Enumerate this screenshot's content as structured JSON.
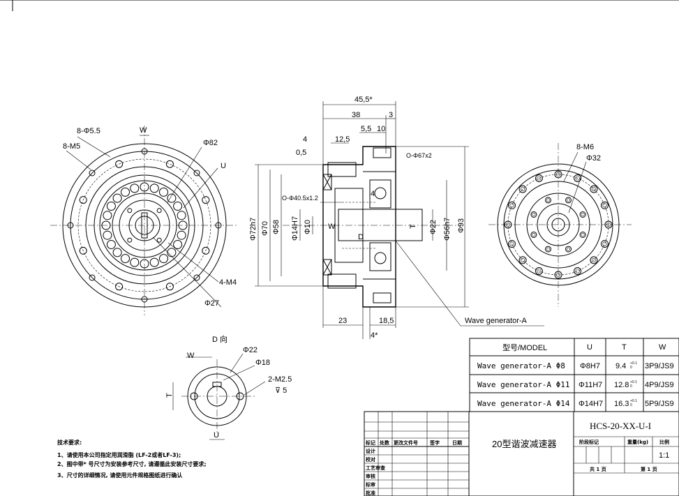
{
  "front_view": {
    "labels": {
      "holes_a": "8-Φ5.5",
      "holes_b": "8-M5",
      "width": "W",
      "dia_82": "Φ82",
      "u": "U",
      "m4": "4-M4",
      "dia_27": "Φ27"
    }
  },
  "section_view": {
    "labels": {
      "total_len": "45,5*",
      "len_38": "38",
      "len_3": "3",
      "len_55": "5,5",
      "len_10": "10",
      "len_4": "4",
      "len_125": "12,5",
      "len_05": "0,5",
      "oring_67": "O-Φ67x2",
      "oring_405": "O-Φ40.5x1.2",
      "dia_72": "Φ72h7",
      "dia_70": "Φ70",
      "dia_58": "Φ58",
      "dia_14": "Φ14H7",
      "dia_10": "Φ10",
      "dia_22": "Φ22",
      "dia_56": "Φ56h7",
      "dia_93": "Φ93",
      "d_mark": "D",
      "t_mark": "T",
      "w_mark": "W",
      "four_mark": "4",
      "len_23": "23",
      "len_185": "18,5",
      "len_4b": "4*",
      "callout": "Wave generator-A"
    }
  },
  "rear_view": {
    "labels": {
      "m6": "8-M6",
      "dia_32": "Φ32"
    }
  },
  "detail_view": {
    "labels": {
      "title": "D 向",
      "dia_22": "Φ22",
      "dia_18": "Φ18",
      "w": "W",
      "t": "T",
      "u": "U",
      "thread": "2-M2.5",
      "depth": "⊽ 5"
    }
  },
  "model_table": {
    "headers": [
      "型号/MODEL",
      "U",
      "T",
      "W"
    ],
    "rows": [
      [
        "Wave generator-A Φ8",
        "Φ8H7",
        "9.4",
        "3P9/JS9"
      ],
      [
        "Wave generator-A Φ11",
        "Φ11H7",
        "12.8",
        "4P9/JS9"
      ],
      [
        "Wave generator-A Φ14",
        "Φ14H7",
        "16.3",
        "5P9/JS9"
      ]
    ],
    "tolerance_upper": "+0.1",
    "tolerance_lower": "0"
  },
  "tech_notes": {
    "heading": "技术要求:",
    "items": [
      "1、请使用本公司指定用润滑脂 (LF-2或者LF-3);",
      "2、图中带* 号尺寸为安装参考尺寸, 请遵循此安装尺寸要求;",
      "3、尺寸的详细情况, 请使用元件规格图纸进行确认"
    ]
  },
  "title_block": {
    "part_code": "HCS-20-XX-U-I",
    "part_name": "20型谐波减速器",
    "scale": "1:1",
    "head_cells": [
      "标记",
      "处数",
      "更改文件号",
      "签字",
      "日期"
    ],
    "left_rows": [
      "设计",
      "校对",
      "工艺审查",
      "审核",
      "标审",
      "批准"
    ],
    "mid_labels": [
      "阶段标记",
      "重量(kg)",
      "比例"
    ],
    "sheets": [
      "共 1 页",
      "第 1 页"
    ]
  }
}
